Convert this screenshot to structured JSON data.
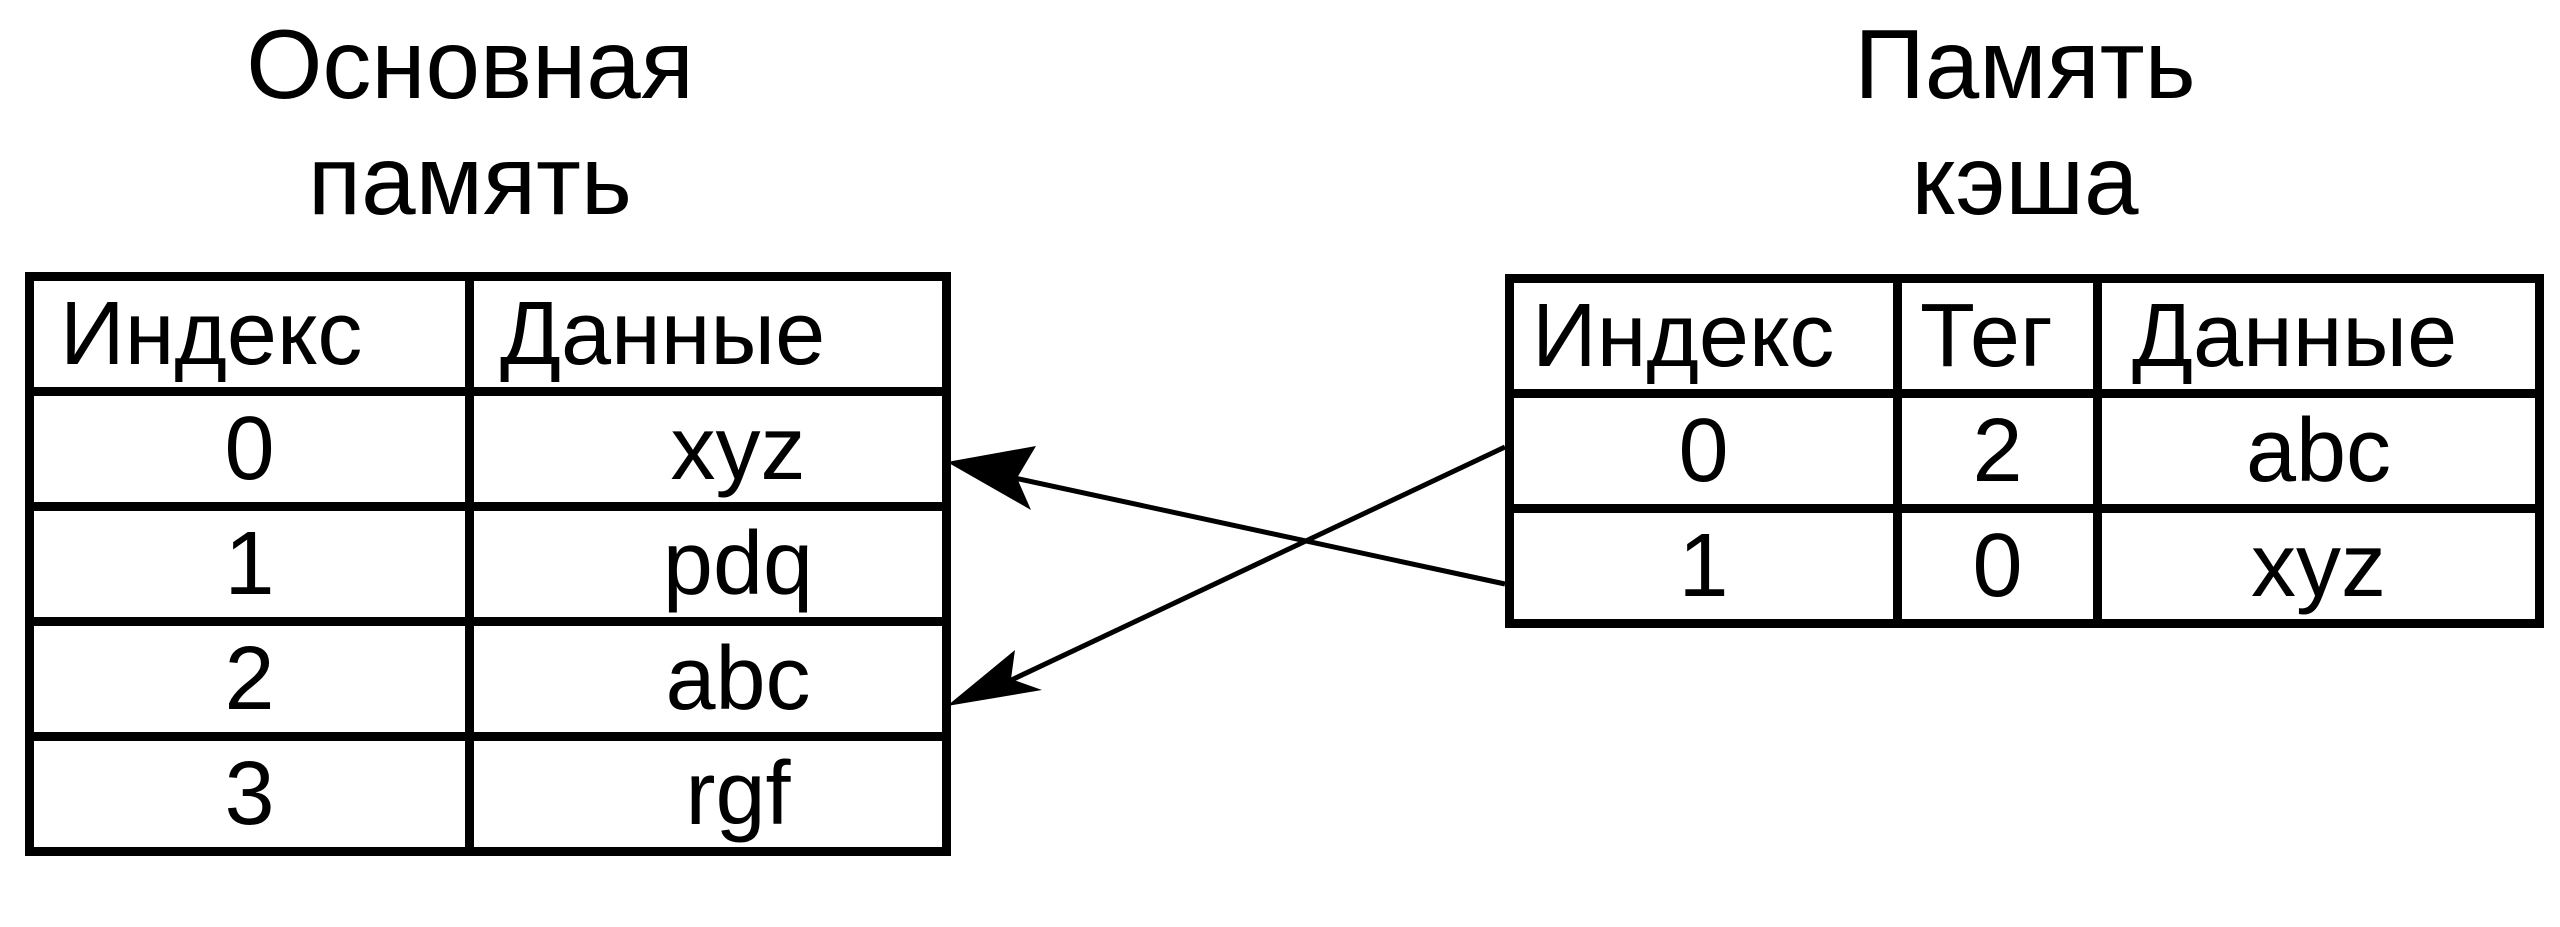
{
  "main_memory": {
    "title_line1": "Основная",
    "title_line2": "память",
    "headers": [
      "Индекс",
      "Данные"
    ],
    "rows": [
      {
        "index": "0",
        "data": "xyz"
      },
      {
        "index": "1",
        "data": "pdq"
      },
      {
        "index": "2",
        "data": "abc"
      },
      {
        "index": "3",
        "data": "rgf"
      }
    ]
  },
  "cache_memory": {
    "title_line1": "Память",
    "title_line2": "кэша",
    "headers": [
      "Индекс",
      "Тег",
      "Данные"
    ],
    "rows": [
      {
        "index": "0",
        "tag": "2",
        "data": "abc"
      },
      {
        "index": "1",
        "tag": "0",
        "data": "xyz"
      }
    ]
  },
  "mappings": [
    {
      "from": "cache row 0 (tag 2)",
      "to": "main memory index 2"
    },
    {
      "from": "cache row 1 (tag 0)",
      "to": "main memory index 0"
    }
  ]
}
